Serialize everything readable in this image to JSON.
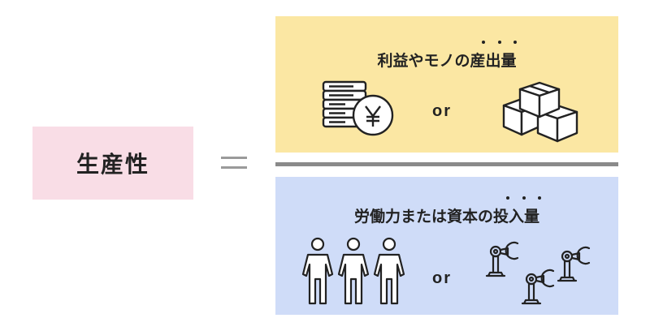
{
  "equation": {
    "left_term": "生産性",
    "operator": "="
  },
  "output_panel": {
    "title": "利益やモノの産出量",
    "emphasis_chars": "産出量",
    "connector": "or",
    "icons": [
      "coin-stack-yen-icon",
      "boxes-icon"
    ],
    "background": "#fbe7a3"
  },
  "input_panel": {
    "title": "労働力または資本の投入量",
    "emphasis_chars": "投入量",
    "connector": "or",
    "icons": [
      "workers-icon",
      "robot-arms-icon"
    ],
    "background": "#cfdcf8"
  },
  "colors": {
    "left_box": "#f9dde6",
    "divider": "#8a8a8a"
  }
}
